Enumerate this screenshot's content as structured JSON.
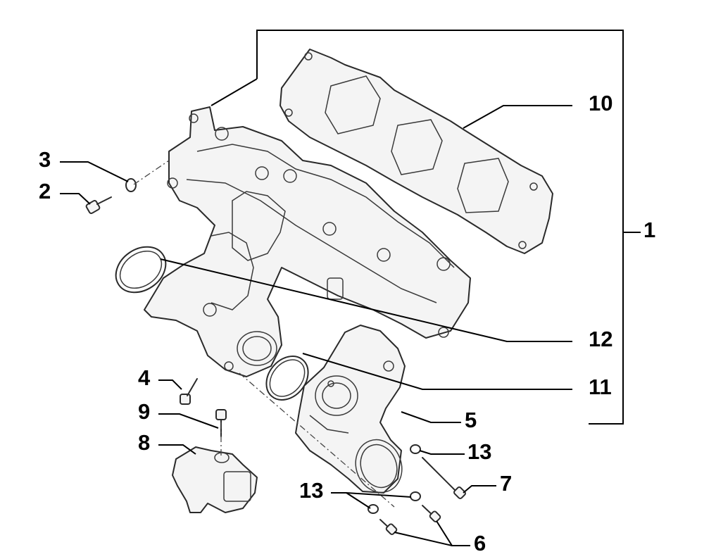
{
  "callouts": {
    "c1": "1",
    "c2": "2",
    "c3": "3",
    "c4": "4",
    "c5": "5",
    "c6": "6",
    "c7": "7",
    "c8": "8",
    "c9": "9",
    "c10": "10",
    "c11": "11",
    "c12": "12",
    "c13a": "13",
    "c13b": "13"
  }
}
